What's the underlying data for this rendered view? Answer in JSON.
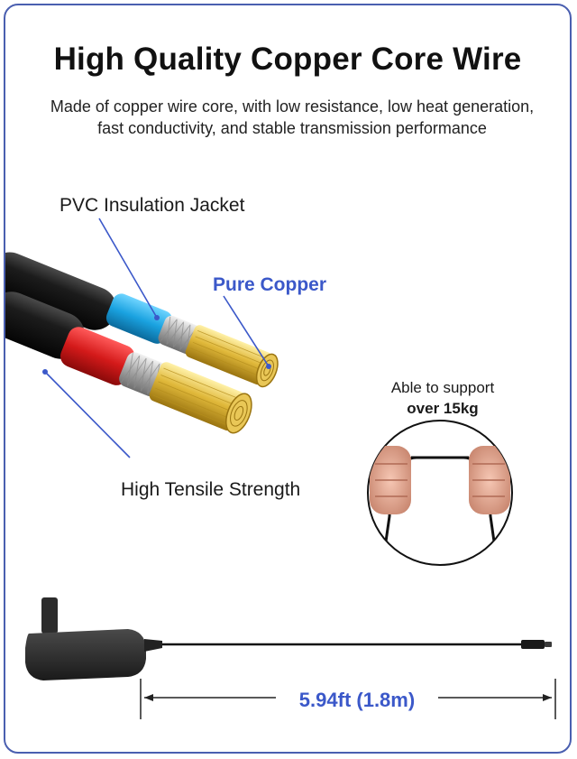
{
  "title": "High Quality Copper Core Wire",
  "subtitle_line1": "Made of copper wire core, with low resistance, low heat generation,",
  "subtitle_line2": "fast conductivity, and stable transmission performance",
  "labels": {
    "pvc_jacket": "PVC Insulation Jacket",
    "pure_copper": "Pure Copper",
    "tensile": "High Tensile Strength"
  },
  "support": {
    "line1": "Able to support",
    "line2": "over 15kg"
  },
  "length_label": "5.94ft (1.8m)",
  "colors": {
    "frame": "#4a5fb0",
    "accent_text": "#3b58c9",
    "pointer_line": "#3b58c9"
  }
}
